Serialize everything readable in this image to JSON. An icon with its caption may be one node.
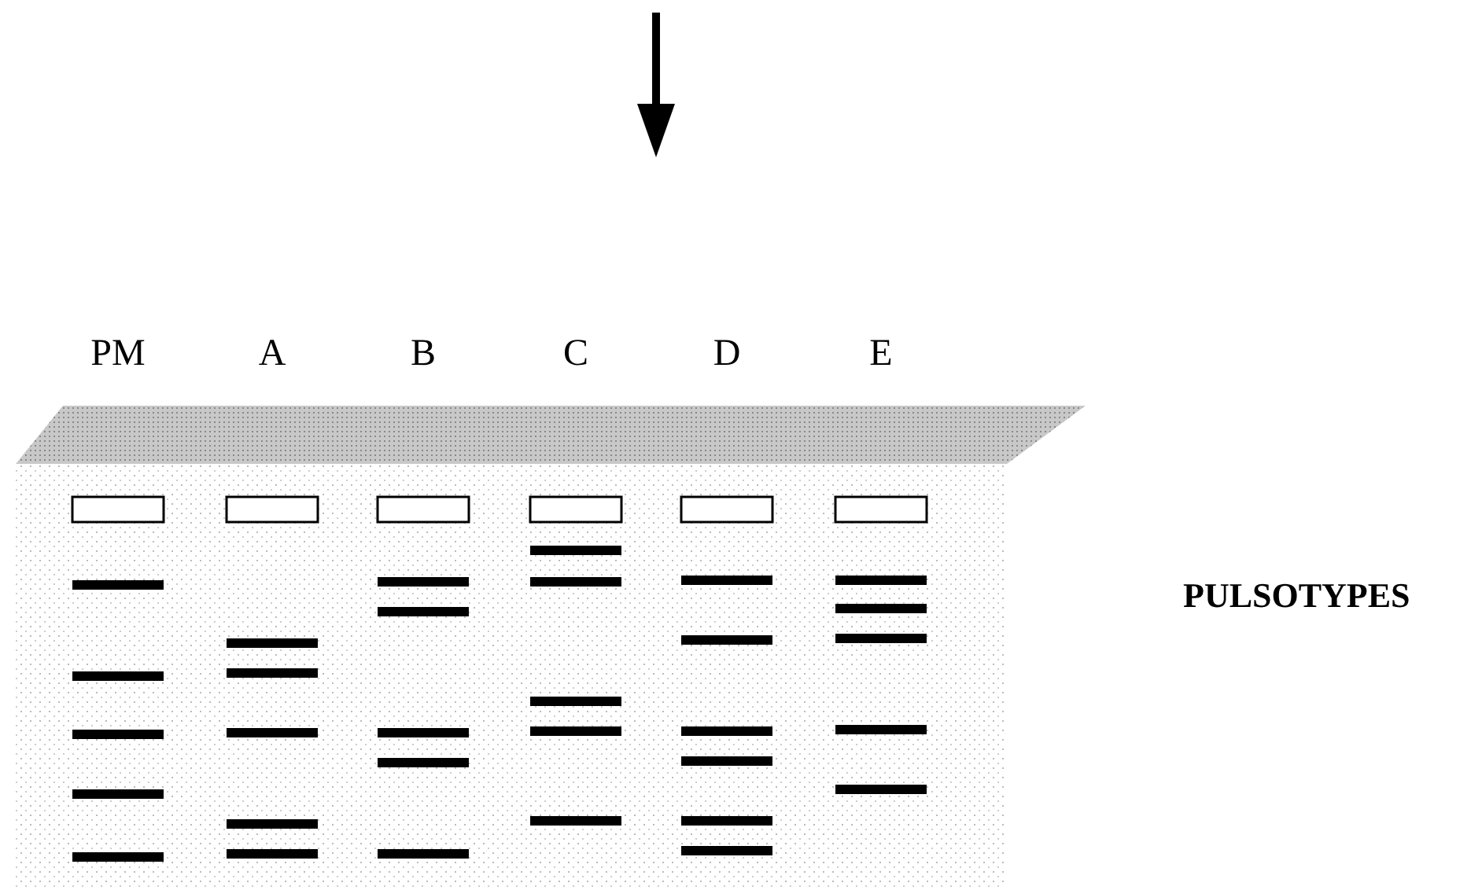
{
  "diagram": {
    "labels": [
      "PM",
      "A",
      "B",
      "C",
      "D",
      "E",
      "PULSOTYPES"
    ]
  }
}
